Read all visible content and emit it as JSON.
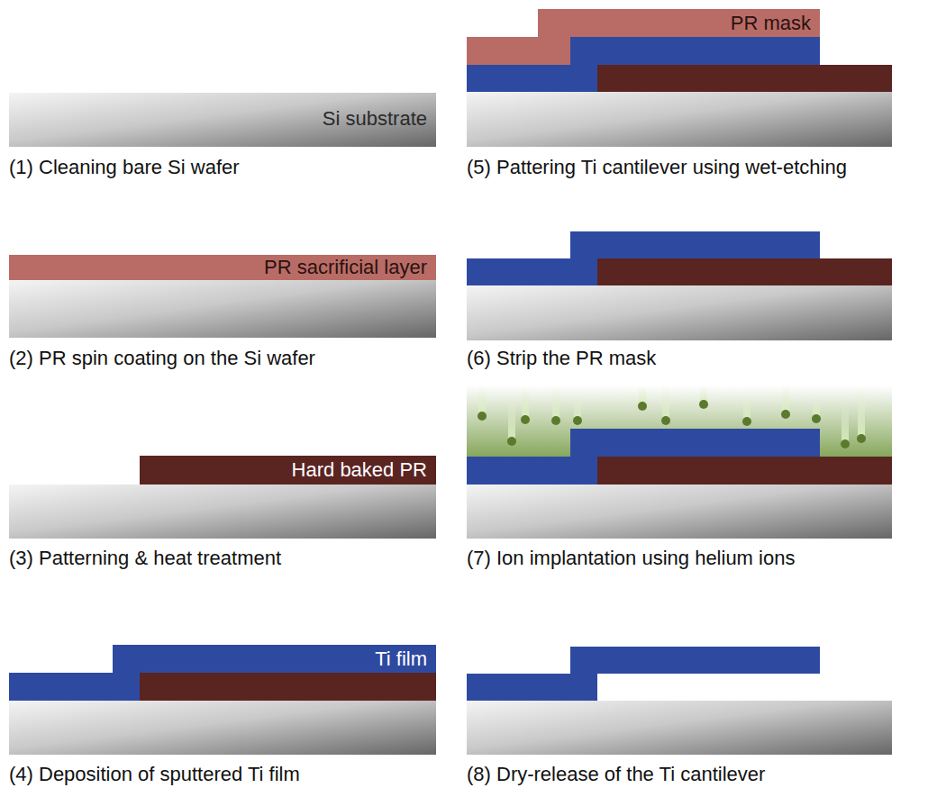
{
  "diagram": {
    "nodes": [
      {
        "text": [
          "Si substrate"
        ]
      },
      {
        "text": [
          "PR sacrificial layer"
        ]
      },
      {
        "text": [
          "Hard baked PR"
        ]
      },
      {
        "text": [
          "Ti film"
        ]
      },
      {
        "text": [
          "PR mask"
        ]
      }
    ],
    "labels": [
      "(1) Cleaning bare Si wafer",
      "(2) PR spin coating on the Si wafer",
      "(3) Patterning & heat treatment",
      "(4) Deposition of sputtered Ti film",
      "(5) Pattering Ti cantilever using wet-etching",
      "(6) Strip the PR mask",
      "(7) Ion implantation using helium ions",
      "(8) Dry-release of the Ti cantilever"
    ]
  }
}
